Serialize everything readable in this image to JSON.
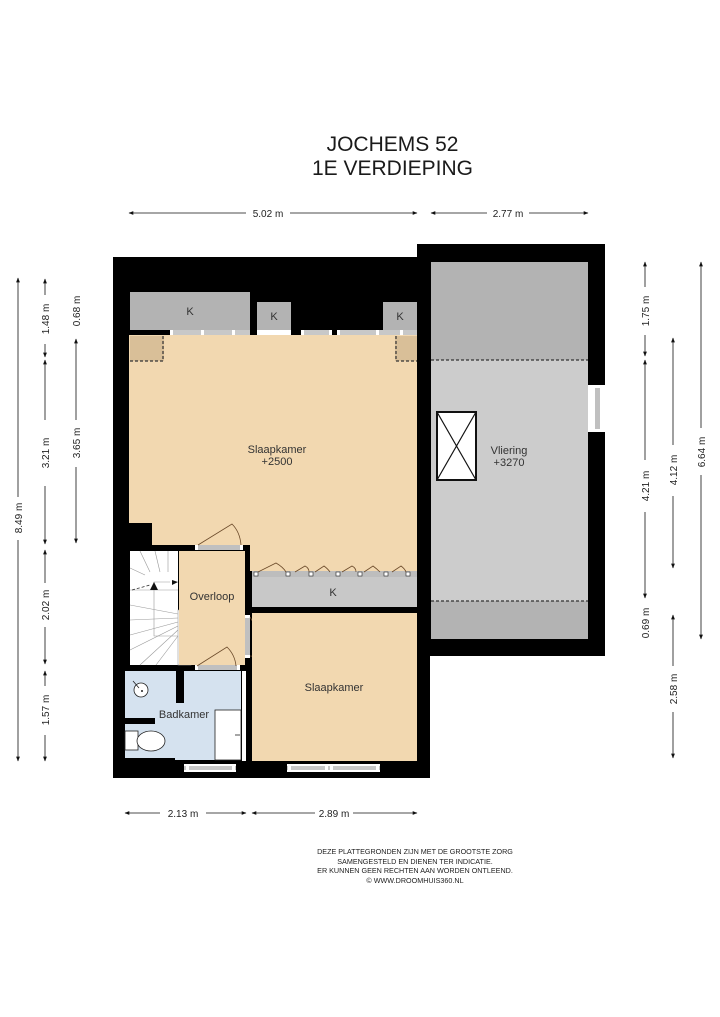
{
  "title": {
    "line1": "JOCHEMS 52",
    "line2": "1E VERDIEPING"
  },
  "rooms": {
    "slaapkamer_main": {
      "name": "Slaapkamer",
      "height": "+2500",
      "color": "#f2d8b0"
    },
    "vliering": {
      "name": "Vliering",
      "height": "+3270",
      "color": "#cccccc"
    },
    "overloop": {
      "name": "Overloop",
      "color": "#f2d8b0"
    },
    "slaapkamer_small": {
      "name": "Slaapkamer",
      "color": "#f2d8b0"
    },
    "badkamer": {
      "name": "Badkamer",
      "color": "#d5e2ef"
    },
    "closet_label": "K"
  },
  "dimensions": {
    "top": [
      "5.02 m",
      "2.77 m"
    ],
    "bottom": [
      "2.13 m",
      "2.89 m"
    ],
    "left": {
      "total": "8.49 m",
      "segments": [
        "1.48 m",
        "3.21 m",
        "2.02 m",
        "1.57 m"
      ],
      "inner": [
        "0.68 m",
        "3.65 m"
      ]
    },
    "right": {
      "segments": [
        "1.75 m",
        "4.21 m",
        "0.69 m"
      ],
      "inner": [
        "4.12 m",
        "2.58 m"
      ],
      "total": "6.64 m"
    }
  },
  "disclaimer": [
    "DEZE PLATTEGRONDEN ZIJN MET DE GROOTSTE ZORG",
    "SAMENGESTELD EN DIENEN TER INDICATIE.",
    "ER KUNNEN GEEN RECHTEN AAN WORDEN ONTLEEND.",
    "© WWW.DROOMHUIS360.NL"
  ],
  "colors": {
    "wall": "#000000",
    "bedroom": "#f2d8b0",
    "attic": "#cccccc",
    "attic_low": "#b3b3b3",
    "closet": "#b3b3b3",
    "bathroom": "#d5e2ef"
  }
}
